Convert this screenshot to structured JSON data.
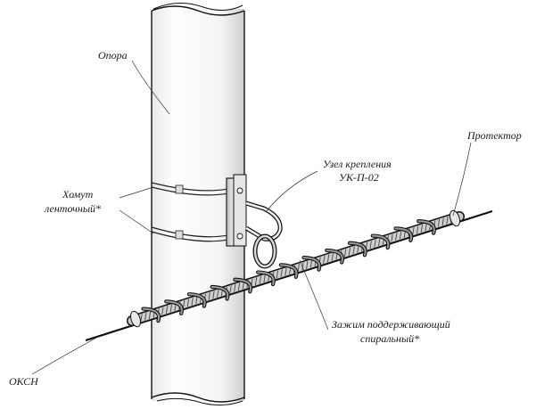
{
  "labels": {
    "pole": "Опора",
    "protector": "Протектор",
    "node_line1": "Узел крепления",
    "node_line2": "УК-П-02",
    "clamp_line1": "Хомут",
    "clamp_line2": "ленточный*",
    "spiral_line1": "Зажим поддерживающий",
    "spiral_line2": "спиральный*",
    "cable": "ОКСН"
  }
}
